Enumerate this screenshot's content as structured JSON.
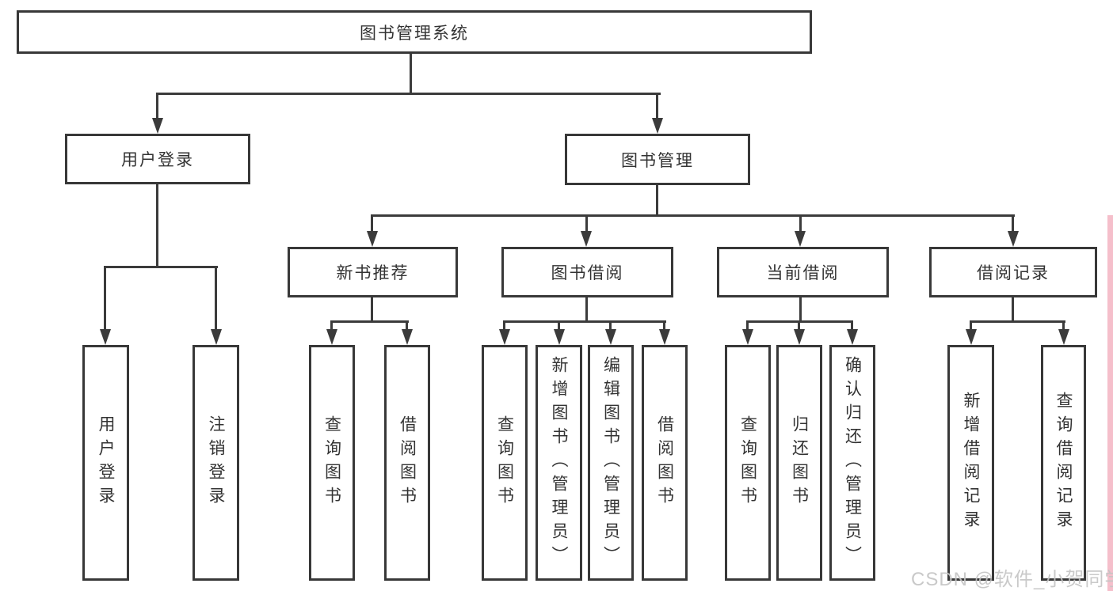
{
  "diagram_title": "图书管理系统",
  "nodes": {
    "root": "图书管理系统",
    "level2": [
      "用户登录",
      "图书管理"
    ],
    "level3": [
      "新书推荐",
      "图书借阅",
      "当前借阅",
      "借阅记录"
    ],
    "leaves": [
      "用户登录",
      "注销登录",
      "查询图书",
      "借阅图书",
      "查询图书",
      "新增图书（管理员）",
      "编辑图书（管理员）",
      "借阅图书",
      "查询图书",
      "归还图书",
      "确认归还（管理员）",
      "新增借阅记录",
      "查询借阅记录"
    ]
  },
  "watermark": {
    "text": "CSDN @软件_小贺同学"
  },
  "colors": {
    "line": "#3b3b3b",
    "box_border": "#383838",
    "text": "#333333",
    "background": "#ffffff",
    "watermark": "#c4c4c4",
    "accent_strip": "#f5bfcb"
  }
}
